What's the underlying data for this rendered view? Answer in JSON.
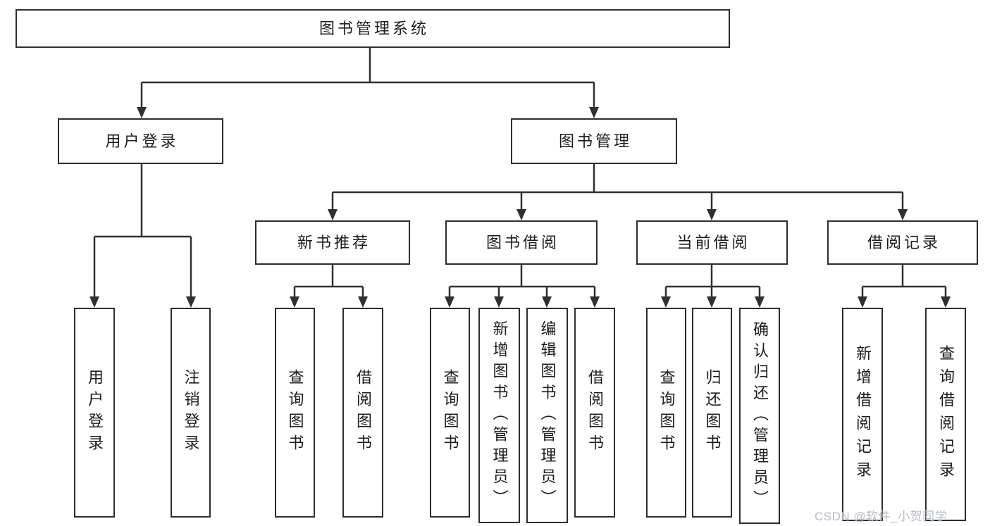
{
  "diagram": {
    "root": {
      "label": "图书管理系统"
    },
    "level2": [
      {
        "label": "用户登录"
      },
      {
        "label": "图书管理"
      }
    ],
    "level3": [
      {
        "label": "新书推荐"
      },
      {
        "label": "图书借阅"
      },
      {
        "label": "当前借阅"
      },
      {
        "label": "借阅记录"
      }
    ],
    "leaves": {
      "user": [
        "用户登录",
        "注销登录"
      ],
      "recommend": [
        "查询图书",
        "借阅图书"
      ],
      "borrow": [
        "查询图书",
        "新增图书（管理员）",
        "编辑图书（管理员）",
        "借阅图书"
      ],
      "current": [
        "查询图书",
        "归还图书",
        "确认归还（管理员）"
      ],
      "records": [
        "新增借阅记录",
        "查询借阅记录"
      ]
    },
    "watermark": "CSDN @软件_小贺同学",
    "colors": {
      "line": "#303030",
      "box_border": "#2d2d2d",
      "background": "#ffffff",
      "text": "#1c1c1c",
      "watermark": "#b7bbc3"
    }
  }
}
